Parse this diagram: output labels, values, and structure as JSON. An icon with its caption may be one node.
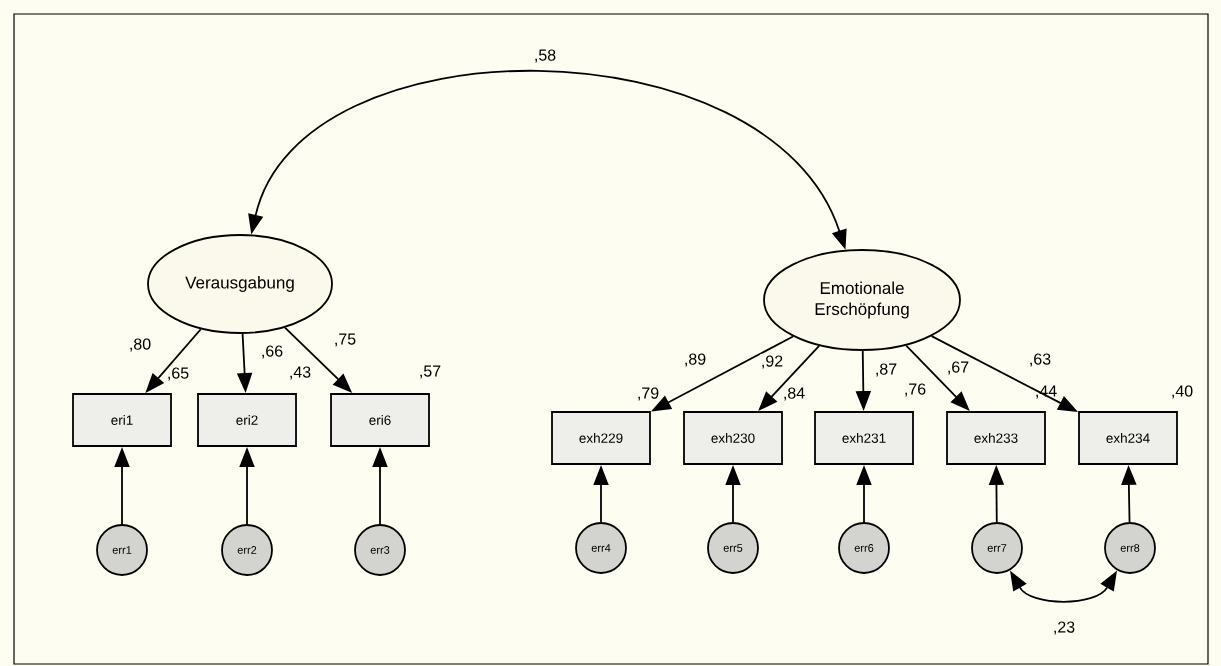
{
  "diagram": {
    "nodes": [
      {
        "text": [
          "Verausgabung"
        ]
      },
      {
        "text": [
          "Emotionale Erschöpfung"
        ]
      },
      {
        "text": [
          "eri1"
        ],
        "beside": [
          ",65"
        ]
      },
      {
        "text": [
          "eri2"
        ],
        "beside": [
          ",43"
        ]
      },
      {
        "text": [
          "eri6"
        ],
        "beside": [
          ",57"
        ]
      },
      {
        "text": [
          "exh229"
        ],
        "beside": [
          ",79"
        ]
      },
      {
        "text": [
          "exh230"
        ],
        "beside": [
          ",84"
        ]
      },
      {
        "text": [
          "exh231"
        ],
        "beside": [
          ",76"
        ]
      },
      {
        "text": [
          "exh233"
        ],
        "beside": [
          ",44"
        ]
      },
      {
        "text": [
          "exh234"
        ],
        "beside": [
          ",40"
        ]
      },
      {
        "text": [
          "err1"
        ]
      },
      {
        "text": [
          "err2"
        ]
      },
      {
        "text": [
          "err3"
        ]
      },
      {
        "text": [
          "err4"
        ]
      },
      {
        "text": [
          "err5"
        ]
      },
      {
        "text": [
          "err6"
        ]
      },
      {
        "text": [
          "err7"
        ]
      },
      {
        "text": [
          "err8"
        ]
      }
    ],
    "edges": [
      {
        "from": 0,
        "to": 1,
        "arrow": "both",
        "label": ",58"
      },
      {
        "from": 0,
        "to": 2,
        "arrow": "to",
        "label": ",80"
      },
      {
        "from": 0,
        "to": 3,
        "arrow": "to",
        "label": ",66"
      },
      {
        "from": 0,
        "to": 4,
        "arrow": "to",
        "label": ",75"
      },
      {
        "from": 1,
        "to": 5,
        "arrow": "to",
        "label": ",89"
      },
      {
        "from": 1,
        "to": 6,
        "arrow": "to",
        "label": ",92"
      },
      {
        "from": 1,
        "to": 7,
        "arrow": "to",
        "label": ",87"
      },
      {
        "from": 1,
        "to": 8,
        "arrow": "to",
        "label": ",67"
      },
      {
        "from": 1,
        "to": 9,
        "arrow": "to",
        "label": ",63"
      },
      {
        "from": 10,
        "to": 2,
        "arrow": "to"
      },
      {
        "from": 11,
        "to": 3,
        "arrow": "to"
      },
      {
        "from": 12,
        "to": 4,
        "arrow": "to"
      },
      {
        "from": 13,
        "to": 5,
        "arrow": "to"
      },
      {
        "from": 14,
        "to": 6,
        "arrow": "to"
      },
      {
        "from": 15,
        "to": 7,
        "arrow": "to"
      },
      {
        "from": 16,
        "to": 8,
        "arrow": "to"
      },
      {
        "from": 17,
        "to": 9,
        "arrow": "to"
      },
      {
        "from": 16,
        "to": 17,
        "arrow": "both",
        "label": ",23"
      }
    ]
  }
}
